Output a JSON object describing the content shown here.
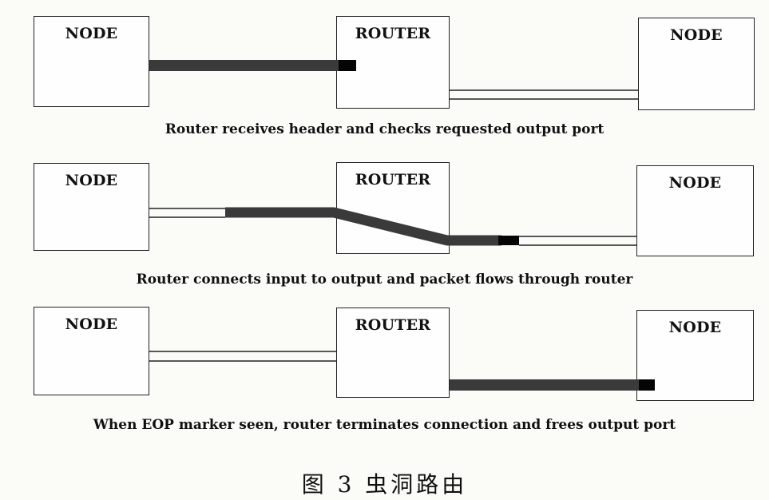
{
  "panels": [
    {
      "node_left": "NODE",
      "router": "ROUTER",
      "node_right": "NODE",
      "caption": "Router receives header and checks requested output port"
    },
    {
      "node_left": "NODE",
      "router": "ROUTER",
      "node_right": "NODE",
      "caption": "Router connects input to output and packet flows through router"
    },
    {
      "node_left": "NODE",
      "router": "ROUTER",
      "node_right": "NODE",
      "caption": "When EOP marker seen, router terminates connection and frees output port"
    }
  ],
  "figure_caption": "图 3   虫洞路由"
}
